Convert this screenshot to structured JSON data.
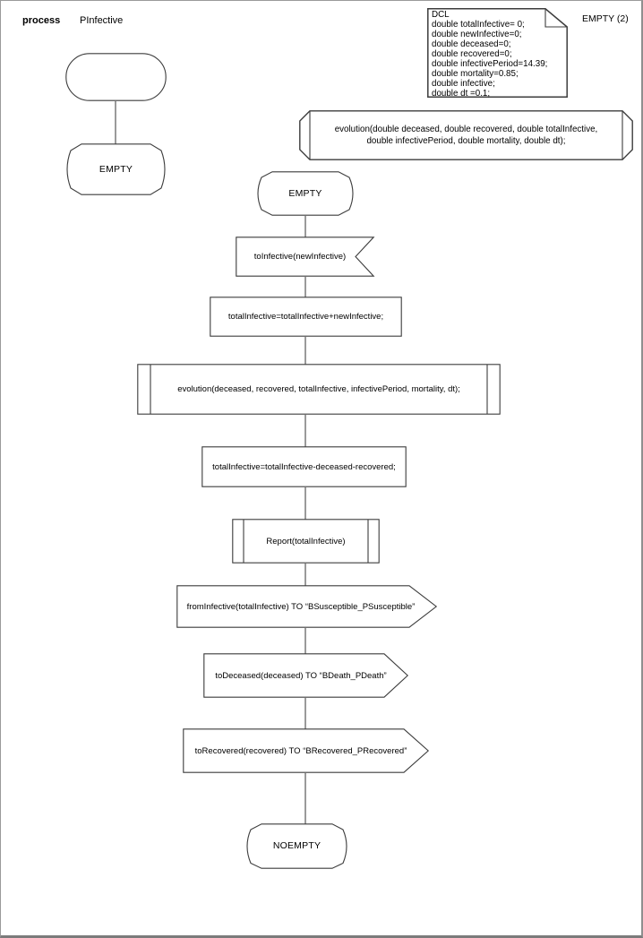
{
  "header": {
    "kind": "process",
    "name": "PInfective",
    "page_label": "EMPTY (2)"
  },
  "dcl": {
    "title": "DCL",
    "body": "double totalInfective= 0;\ndouble newInfective=0;\ndouble deceased=0;\ndouble recovered=0;\ndouble infectivePeriod=14.39;\ndouble mortality=0.85;\ndouble infective;\ndouble dt =0.1;"
  },
  "declaration": {
    "label": "evolution(double deceased, double recovered, double totalInfective,\ndouble infectivePeriod, double mortality, double dt);"
  },
  "left_flow": {
    "state": "EMPTY"
  },
  "flow": {
    "state_initial": "EMPTY",
    "input": "toInfective(newInfective)",
    "task_add": "totalInfective=totalInfective+newInfective;",
    "proc_evolution": "evolution(deceased, recovered, totalInfective, infectivePeriod, mortality, dt);",
    "task_subtract": "totalInfective=totalInfective-deceased-recovered;",
    "proc_report": "Report(totalInfective)",
    "output_susceptible": "fromInfective(totalInfective) TO “BSusceptible_PSusceptible”",
    "output_death": "toDeceased(deceased) TO “BDeath_PDeath”",
    "output_recovered": "toRecovered(recovered) TO “BRecovered_PRecovered”",
    "state_final": "NOEMPTY"
  },
  "colors": {
    "shape_stroke": "#3c3c3c",
    "connector": "#565656",
    "frame": "#8f8f8f"
  }
}
